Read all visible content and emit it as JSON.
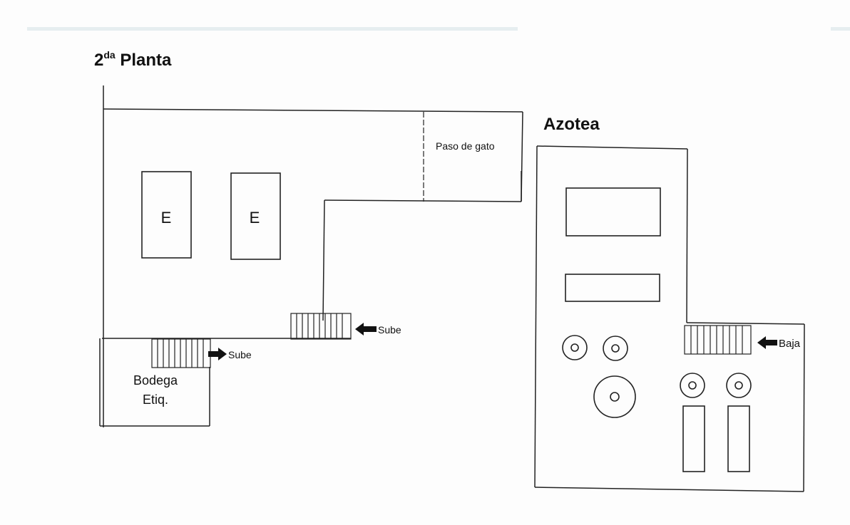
{
  "floor2": {
    "title_main": "2",
    "title_sup": "da",
    "title_rest": " Planta",
    "elevator_1": "E",
    "elevator_2": "E",
    "paso_de_gato": "Paso de gato",
    "stair_upper_label": "Sube",
    "stair_lower_label": "Sube",
    "bodega_line1": "Bodega",
    "bodega_line2": "Etiq."
  },
  "roof": {
    "title": "Azotea",
    "stair_label": "Baja"
  },
  "colors": {
    "line": "#222222",
    "background": "#fdfdfd",
    "top_band": "#e6eef0"
  }
}
